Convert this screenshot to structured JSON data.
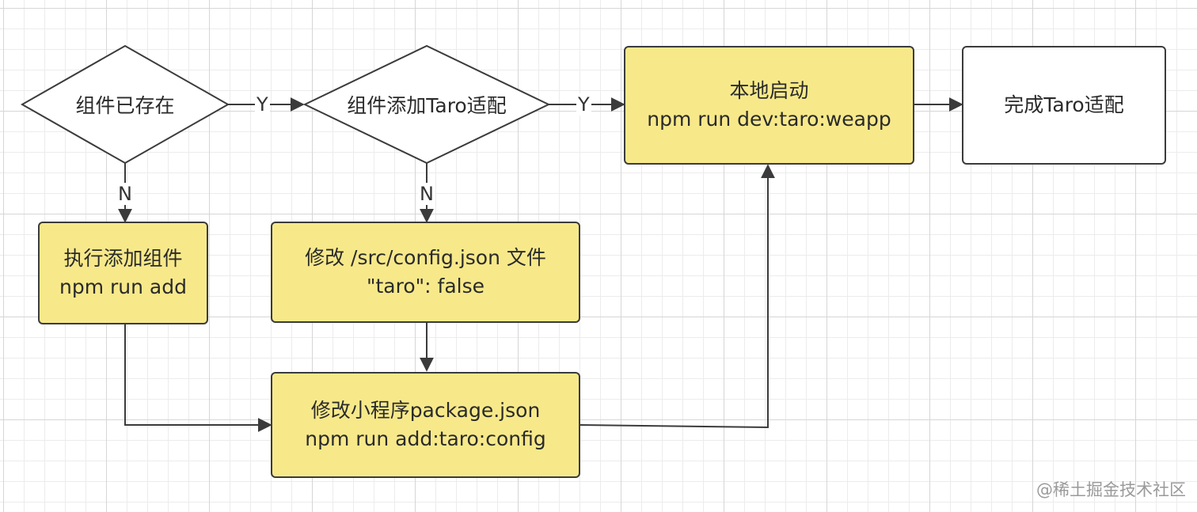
{
  "decisions": {
    "component_exists": "组件已存在",
    "add_taro_adapt": "组件添加Taro适配"
  },
  "edges": {
    "yes_1": "Y",
    "yes_2": "Y",
    "no_1": "N",
    "no_2": "N"
  },
  "steps": {
    "add_component": [
      "执行添加组件",
      "npm run add"
    ],
    "modify_config": [
      "修改 /src/config.json 文件",
      "\"taro\": false"
    ],
    "modify_package": [
      "修改小程序package.json",
      "npm run add:taro:config"
    ],
    "local_start": [
      "本地启动",
      "npm run dev:taro:weapp"
    ],
    "done": [
      "完成Taro适配"
    ]
  },
  "watermark": "@稀土掘金技术社区",
  "colors": {
    "step_fill": "#f7e98a",
    "stroke": "#3b3b3b",
    "grid_major": "#d6d6d6",
    "grid_minor": "#ececec"
  }
}
